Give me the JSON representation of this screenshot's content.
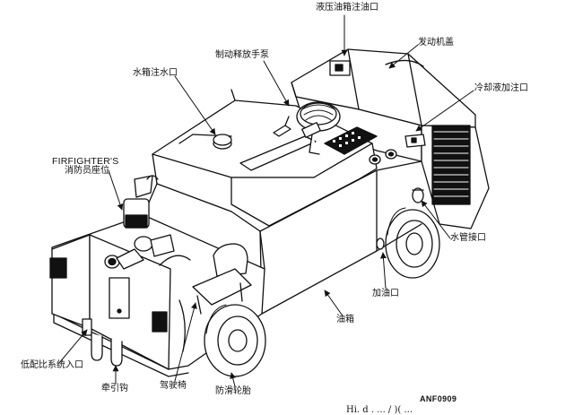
{
  "labels": {
    "hydraulic_fill": "液压油箱注油口",
    "engine_cover": "发动机盖",
    "brake_pump": "制动释放手泵",
    "radiator_fill": "水箱注水口",
    "coolant_fill": "冷却液加注口",
    "firefighter_en": "FIRFIGHTER'S",
    "firefighter_cn": "消防员座位",
    "water_connector": "水管接口",
    "fuel_fill": "加油口",
    "fuel_tank": "油箱",
    "low_ratio": "低配比系统入口",
    "tow_hook": "牵引钩",
    "driver_seat": "驾驶椅",
    "tires": "防滑轮胎",
    "figure_code": "ANF0909",
    "cut_caption": "Hi. d . ... / )( ..."
  }
}
